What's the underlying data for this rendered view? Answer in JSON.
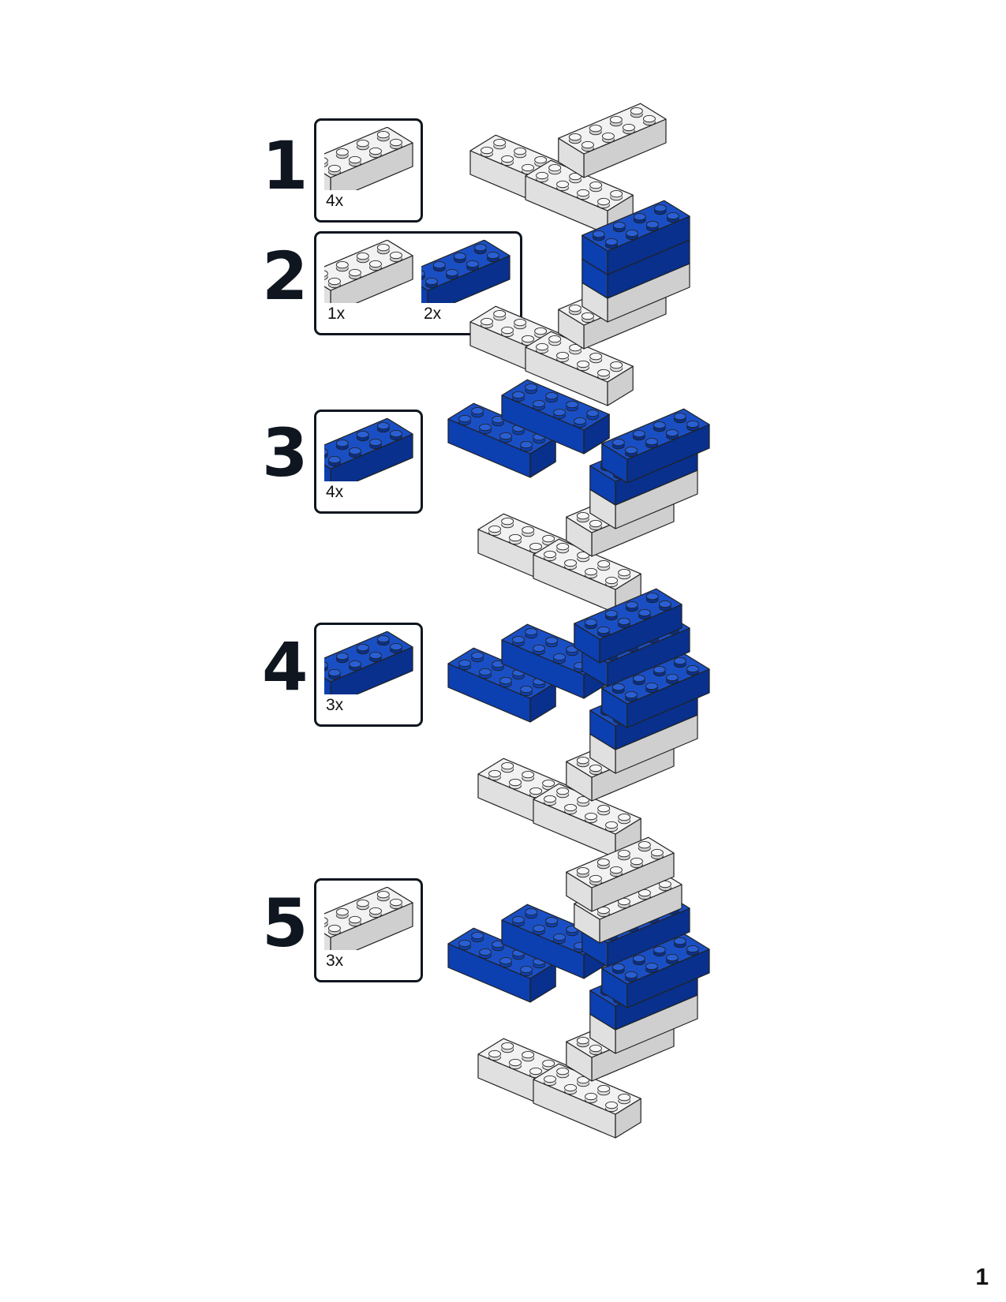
{
  "colors": {
    "blue": "#0c3fb0",
    "white": "#e3e3e3",
    "outline": "#222222",
    "frame": "#0f1620"
  },
  "steps": [
    {
      "number": "1",
      "parts": [
        {
          "color": "white",
          "qty": "4x"
        }
      ]
    },
    {
      "number": "2",
      "parts": [
        {
          "color": "white",
          "qty": "1x"
        },
        {
          "color": "blue",
          "qty": "2x"
        }
      ]
    },
    {
      "number": "3",
      "parts": [
        {
          "color": "blue",
          "qty": "4x"
        }
      ]
    },
    {
      "number": "4",
      "parts": [
        {
          "color": "blue",
          "qty": "3x"
        }
      ]
    },
    {
      "number": "5",
      "parts": [
        {
          "color": "white",
          "qty": "3x"
        }
      ]
    }
  ],
  "page_number": "1"
}
